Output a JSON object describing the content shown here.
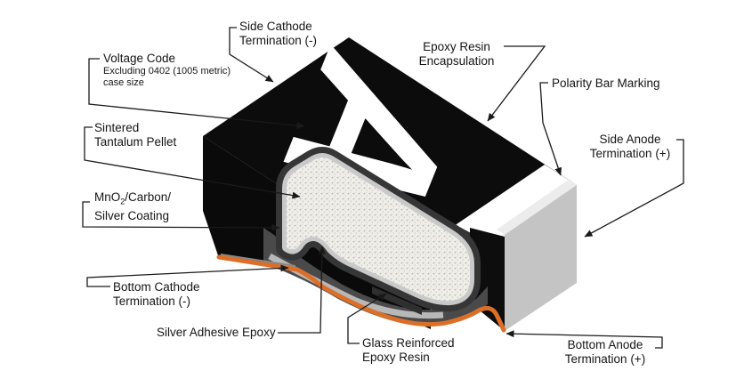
{
  "figure": {
    "subject": "Tantalum chip capacitor cutaway diagram",
    "marking_letter": "A"
  },
  "labels": {
    "side_cathode": {
      "line1": "Side Cathode",
      "line2": "Termination (-)"
    },
    "voltage_code": {
      "line1": "Voltage Code",
      "line2": "Excluding 0402 (1005 metric)",
      "line3": "case size"
    },
    "epoxy_resin": {
      "line1": "Epoxy Resin",
      "line2": "Encapsulation"
    },
    "polarity_bar": {
      "line1": "Polarity Bar Marking"
    },
    "side_anode": {
      "line1": "Side Anode",
      "line2": "Termination (+)"
    },
    "sintered": {
      "line1": "Sintered",
      "line2": "Tantalum Pellet"
    },
    "mno2": {
      "pre": "MnO",
      "sub": "2",
      "suffix": "/Carbon/",
      "line2": "Silver Coating"
    },
    "bottom_cathode": {
      "line1": "Bottom Cathode",
      "line2": "Termination (-)"
    },
    "silver_adhesive": {
      "line1": "Silver Adhesive Epoxy"
    },
    "glass_reinforced": {
      "line1": "Glass Reinforced",
      "line2": "Epoxy Resin"
    },
    "bottom_anode": {
      "line1": "Bottom Anode",
      "line2": "Termination (+)"
    }
  },
  "colors": {
    "body_black": "#0c0c0c",
    "shell_dark_gray": "#363636",
    "silver_coating_gray": "#c9c9c9",
    "pellet_fill": "#f0eee9",
    "termination_gray": "#c4c4c4",
    "lead_frame_orange": "#dc6f28",
    "leader_line": "#1a1a1a",
    "marking_white": "#ffffff"
  }
}
